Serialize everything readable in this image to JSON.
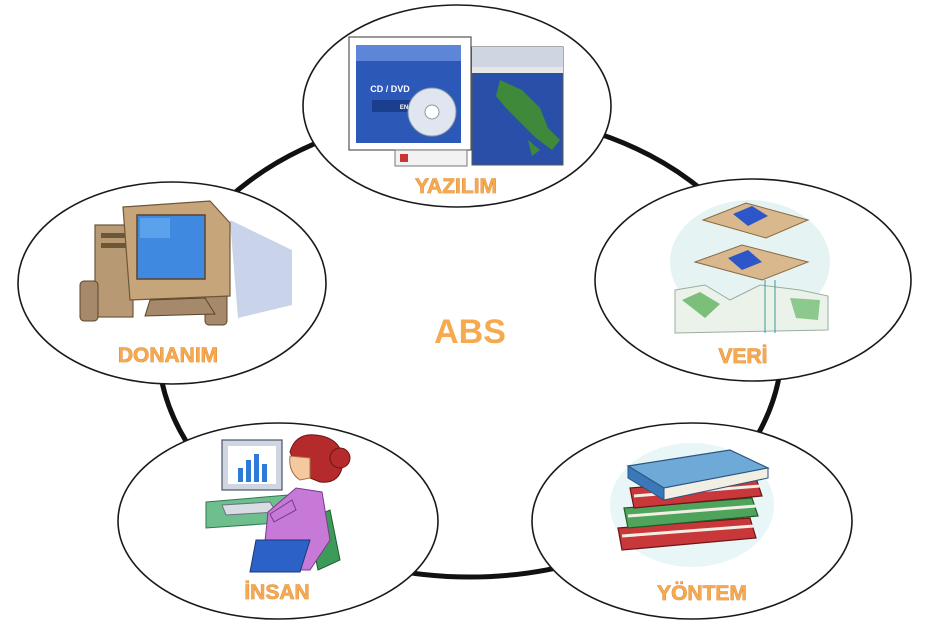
{
  "center": {
    "label": "ABS"
  },
  "components": [
    {
      "label": "YAZILIM",
      "icon": "software-box-map-icon"
    },
    {
      "label": "VERİ",
      "icon": "data-layers-map-icon"
    },
    {
      "label": "YÖNTEM",
      "icon": "stack-of-books-icon"
    },
    {
      "label": "İNSAN",
      "icon": "person-at-computer-icon"
    },
    {
      "label": "DONANIM",
      "icon": "desktop-computer-icon"
    }
  ],
  "colors": {
    "label_fill": "#f7a94f",
    "label_stroke": "#c9731c",
    "ring": "#111111",
    "ellipse_stroke": "#1a1a1a"
  },
  "cd_box": {
    "line1": "CD / DVD",
    "line2": "EN"
  }
}
